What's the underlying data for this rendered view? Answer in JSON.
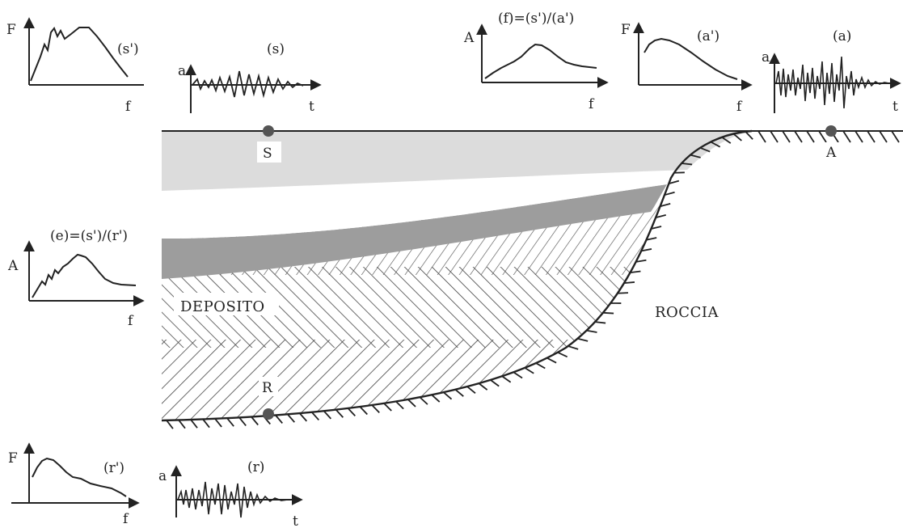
{
  "labels": {
    "deposit": "DEPOSITO",
    "rock": "ROCCIA",
    "point_s": "S",
    "point_a": "A",
    "point_r": "R"
  },
  "plots": {
    "s_spectrum": {
      "title": "(s')",
      "y_axis": "F",
      "x_axis": "f"
    },
    "s_signal": {
      "title": "(s)",
      "y_axis": "a",
      "x_axis": "t"
    },
    "f_ratio": {
      "title": "(f)=(s')/(a')",
      "y_axis": "A",
      "x_axis": "f"
    },
    "a_spectrum": {
      "title": "(a')",
      "y_axis": "F",
      "x_axis": "f"
    },
    "a_signal": {
      "title": "(a)",
      "y_axis": "a",
      "x_axis": "t"
    },
    "e_ratio": {
      "title": "(e)=(s')/(r')",
      "y_axis": "A",
      "x_axis": "f"
    },
    "r_spectrum": {
      "title": "(r')",
      "y_axis": "F",
      "x_axis": "f"
    },
    "r_signal": {
      "title": "(r)",
      "y_axis": "a",
      "x_axis": "t"
    }
  },
  "colors": {
    "ink": "#222222",
    "surface_layer": "#dcdcdc",
    "dark_layer": "#9d9d9d",
    "hatch": "#444444",
    "point": "#555555"
  }
}
